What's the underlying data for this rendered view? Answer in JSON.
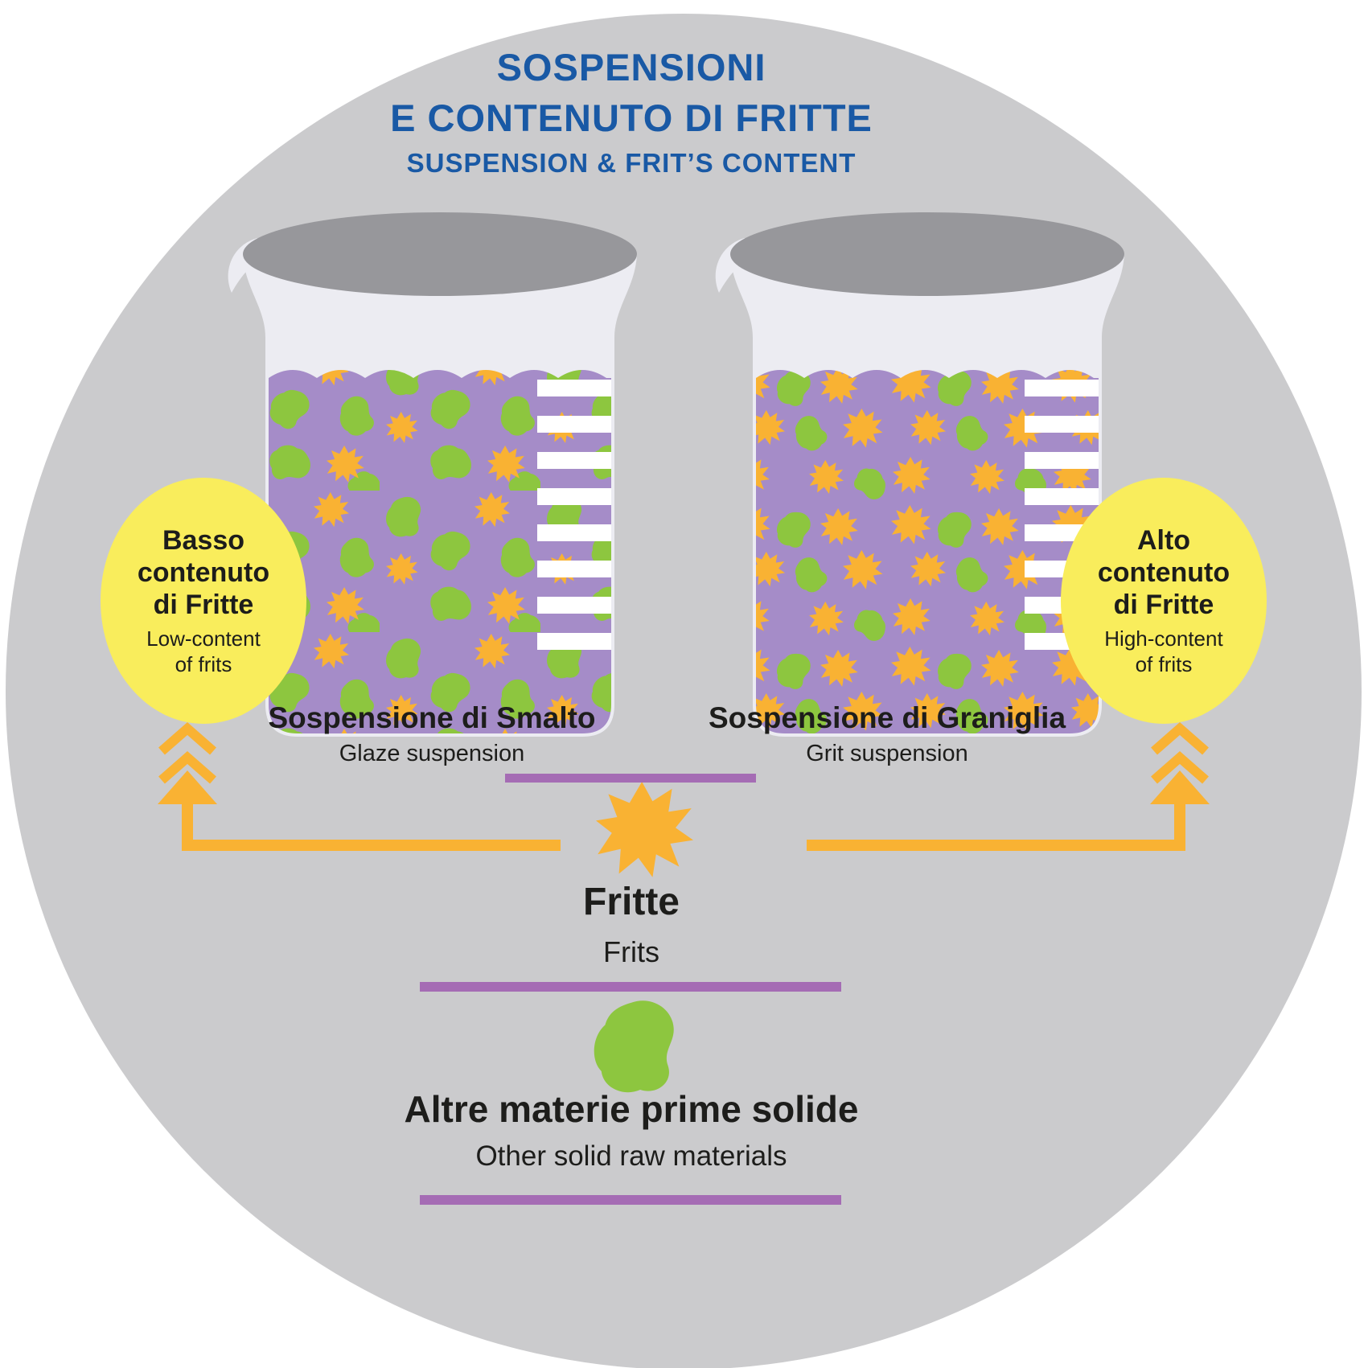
{
  "title": {
    "line1": "SOSPENSIONI",
    "line2": "E CONTENUTO DI FRITTE",
    "subtitle": "SUSPENSION & FRIT’S CONTENT"
  },
  "left_beaker": {
    "name_it": "Sospensione di Smalto",
    "name_en": "Glaze suspension",
    "badge": {
      "bold": [
        "Basso",
        "contenuto",
        "di Fritte"
      ],
      "sub": [
        "Low-content",
        "of frits"
      ]
    }
  },
  "right_beaker": {
    "name_it": "Sospensione di Graniglia",
    "name_en": "Grit suspension",
    "badge": {
      "bold": [
        "Alto",
        "contenuto",
        "di Fritte"
      ],
      "sub": [
        "High-content",
        "of frits"
      ]
    }
  },
  "frits": {
    "label_it": "Fritte",
    "label_en": "Frits"
  },
  "raw_materials": {
    "label_it": "Altre materie prime solide",
    "label_en": "Other solid raw materials"
  },
  "icons": {
    "frit": "orange-spiky-frit-icon",
    "raw_material": "green-blob-icon",
    "arrows": "upward-triple-chevron-arrows"
  },
  "colors": {
    "background_circle": "#CBCBCD",
    "title_blue": "#1959A5",
    "suspension_purple": "#A58CC8",
    "frit_orange": "#F9B233",
    "raw_green": "#8DC63F",
    "badge_yellow": "#F9ED5C",
    "divider_purple": "#A56CB4",
    "beaker_glass": "#ECECF2",
    "beaker_rim": "#97979B",
    "text_dark": "#1D1D1B"
  }
}
